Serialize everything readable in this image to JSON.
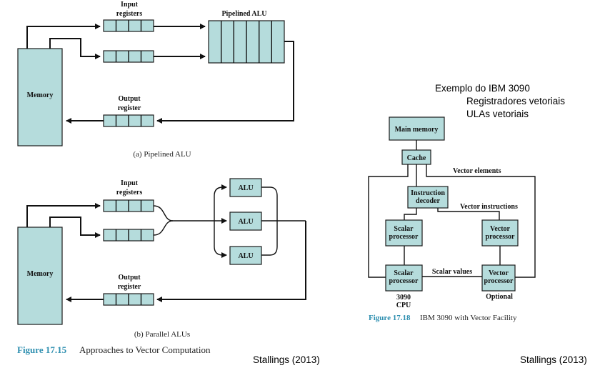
{
  "fig_a": {
    "input_registers": [
      "Input",
      "registers"
    ],
    "alu_title": "Pipelined ALU",
    "memory": "Memory",
    "output_register": [
      "Output",
      "register"
    ],
    "caption": "(a) Pipelined ALU"
  },
  "fig_b": {
    "input_registers": [
      "Input",
      "registers"
    ],
    "alu_labels": [
      "ALU",
      "ALU",
      "ALU"
    ],
    "memory": "Memory",
    "output_register": [
      "Output",
      "register"
    ],
    "caption": "(b) Parallel ALUs"
  },
  "figure_1715": {
    "number": "Figure 17.15",
    "title": "Approaches to Vector Computation"
  },
  "figure_1718": {
    "main_memory": "Main memory",
    "cache": "Cache",
    "vector_elements": "Vector elements",
    "instruction_decoder": [
      "Instruction",
      "decoder"
    ],
    "vector_instructions": "Vector instructions",
    "scalar_processor": [
      "Scalar",
      "processor"
    ],
    "vector_processor": [
      "Vector",
      "processor"
    ],
    "scalar_values": "Scalar values",
    "cpu_label": [
      "3090",
      "CPU"
    ],
    "optional": "Optional",
    "number": "Figure 17.18",
    "title": "IBM 3090 with Vector Facility"
  },
  "notes": {
    "heading": "Exemplo do IBM 3090",
    "items": [
      "Registradores vetoriais",
      "ULAs vetoriais"
    ]
  },
  "citations": [
    "Stallings (2013)",
    "Stallings (2013)"
  ]
}
